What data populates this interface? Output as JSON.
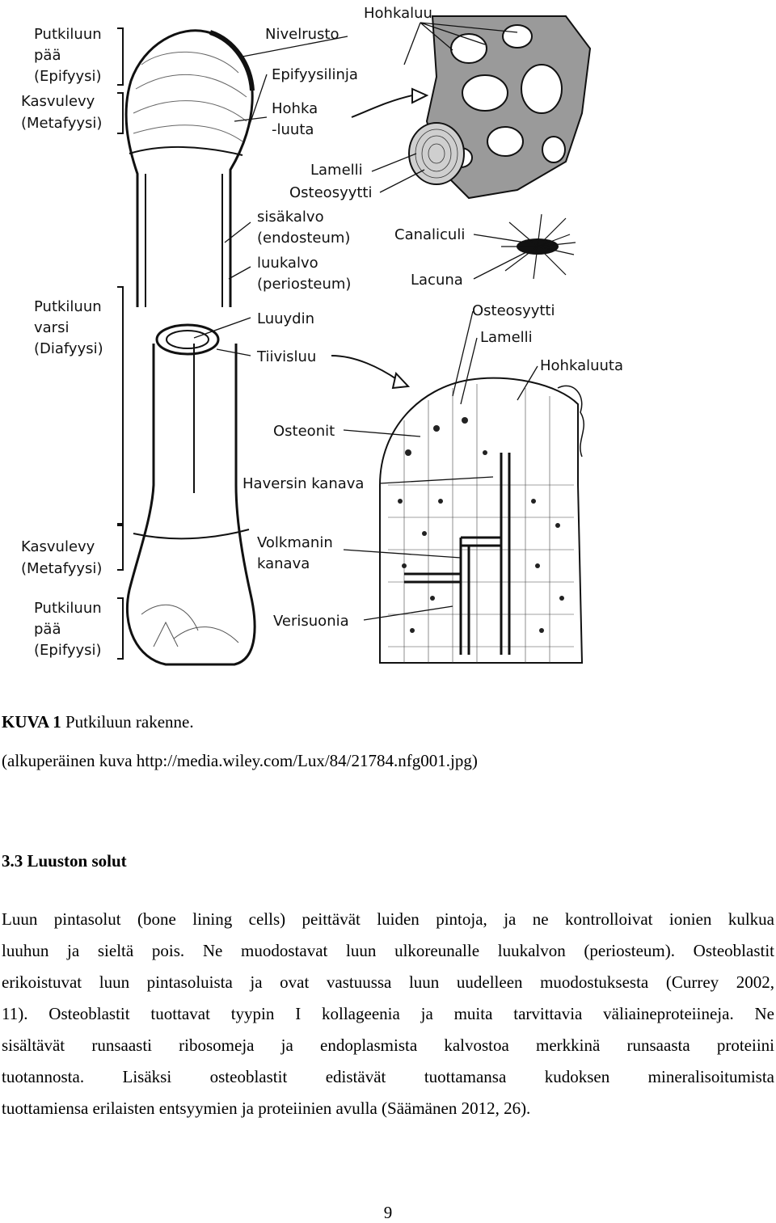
{
  "figure": {
    "labels": {
      "hohkaluu": "Hohkaluu",
      "putkiluun_paa_top": [
        "Putkiluun",
        "pää",
        "(Epifyysi)"
      ],
      "kasvulevy_top": [
        "Kasvulevy",
        "(Metafyysi)"
      ],
      "nivelrusto": "Nivelrusto",
      "epifyysilinja": "Epifyysilinja",
      "hohka_luuta": [
        "Hohka",
        "-luuta"
      ],
      "lamelli_top": "Lamelli",
      "osteosyytti_top": "Osteosyytti",
      "sisakalvo": [
        "sisäkalvo",
        "(endosteum)"
      ],
      "luukalvo": [
        "luukalvo",
        "(periosteum)"
      ],
      "canaliculi": "Canaliculi",
      "lacuna": "Lacuna",
      "putkiluun_varsi": [
        "Putkiluun",
        "varsi",
        "(Diafyysi)"
      ],
      "luuydin": "Luuydin",
      "tiivisluu": "Tiivisluu",
      "osteosyytti_right": "Osteosyytti",
      "lamelli_right": "Lamelli",
      "hohkaluuta": "Hohkaluuta",
      "osteonit": "Osteonit",
      "haversin_kanava": "Haversin kanava",
      "kasvulevy_bottom": [
        "Kasvulevy",
        "(Metafyysi)"
      ],
      "volkmanin_kanava": [
        "Volkmanin",
        "kanava"
      ],
      "putkiluun_paa_bottom": [
        "Putkiluun",
        "pää",
        "(Epifyysi)"
      ],
      "verisuonia": "Verisuonia"
    }
  },
  "caption": {
    "label": "KUVA 1",
    "title": " Putkiluun rakenne.",
    "source": "(alkuperäinen kuva http://media.wiley.com/Lux/84/21784.nfg001.jpg)"
  },
  "section": {
    "heading": "3.3 Luuston solut"
  },
  "body_lines": [
    "Luun pintasolut (bone lining cells) peittävät luiden pintoja, ja ne kontrolloivat ionien kulkua",
    "luuhun ja sieltä pois. Ne muodostavat luun ulkoreunalle luukalvon (periosteum). Osteoblastit",
    "erikoistuvat luun pintasoluista ja ovat vastuussa luun uudelleen muodostuksesta (Currey 2002,",
    "11). Osteoblastit tuottavat tyypin I kollageenia ja muita tarvittavia väliaineproteiineja. Ne",
    "sisältävät runsaasti ribosomeja ja endoplasmista kalvostoa merkkinä runsaasta proteiini",
    "tuotannosta. Lisäksi osteoblastit edistävät tuottamansa kudoksen mineralisoitumista",
    "tuottamiensa erilaisten entsyymien ja proteiinien avulla (Säämänen 2012, 26)."
  ],
  "page_number": "9"
}
